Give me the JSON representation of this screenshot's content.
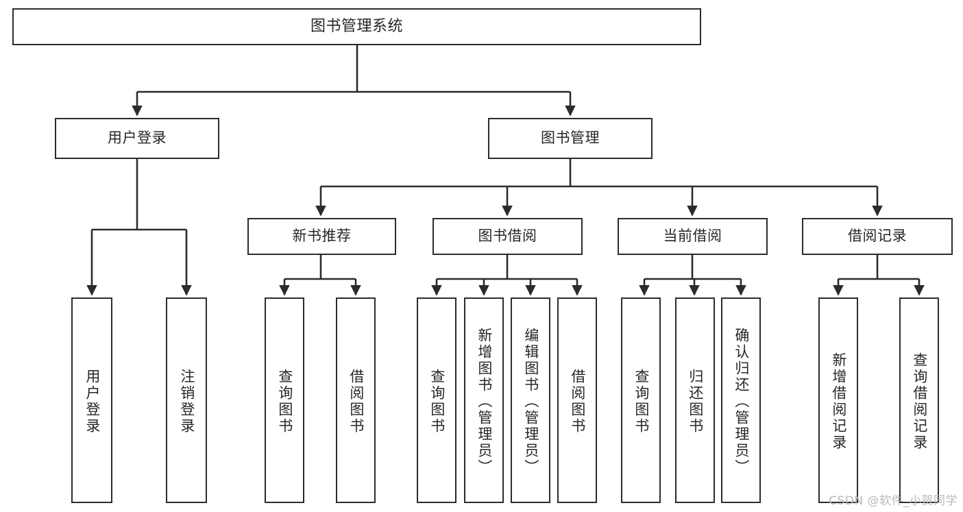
{
  "diagram": {
    "title": "图书管理系统",
    "type": "function-hierarchy-tree",
    "watermark": "CSDN @软件_小贺同学",
    "colors": {
      "stroke": "#2b2b2b",
      "node_fill": "#ffffff",
      "text": "#26262b",
      "watermark": "#b9b9b9",
      "background": "#ffffff"
    },
    "root": {
      "label": "图书管理系统"
    },
    "level1": [
      {
        "label": "用户登录"
      },
      {
        "label": "图书管理"
      }
    ],
    "level2": [
      {
        "label": "新书推荐"
      },
      {
        "label": "图书借阅"
      },
      {
        "label": "当前借阅"
      },
      {
        "label": "借阅记录"
      }
    ],
    "leaves": {
      "user_login": [
        {
          "label": "用户登录"
        },
        {
          "label": "注销登录"
        }
      ],
      "new_book_recommend": [
        {
          "label": "查询图书"
        },
        {
          "label": "借阅图书"
        }
      ],
      "book_borrow": [
        {
          "label": "查询图书"
        },
        {
          "label": "新增图书（管理员）"
        },
        {
          "label": "编辑图书（管理员）"
        },
        {
          "label": "借阅图书"
        }
      ],
      "current_borrow": [
        {
          "label": "查询图书"
        },
        {
          "label": "归还图书"
        },
        {
          "label": "确认归还（管理员）"
        }
      ],
      "borrow_record": [
        {
          "label": "新增借阅记录"
        },
        {
          "label": "查询借阅记录"
        }
      ]
    }
  }
}
